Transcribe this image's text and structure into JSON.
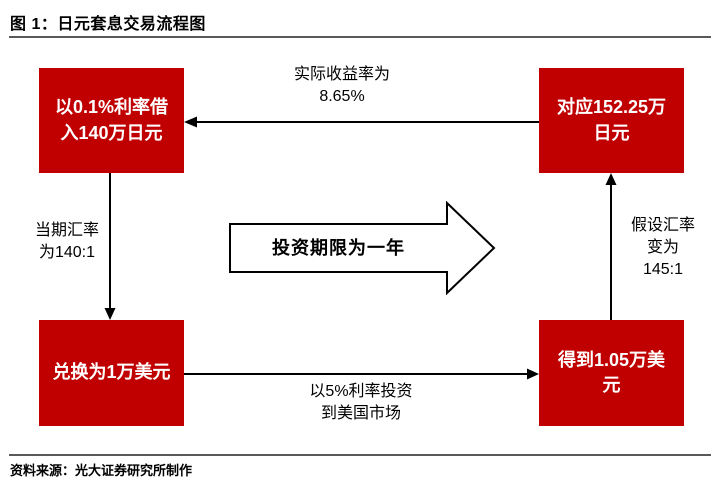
{
  "header": {
    "title": "图 1：日元套息交易流程图"
  },
  "footer": {
    "source": "资料来源：光大证券研究所制作"
  },
  "colors": {
    "box_fill": "#C00000",
    "box_text": "#FFFFFF",
    "arrow": "#000000",
    "rule": "#595959",
    "big_arrow_fill": "#FFFFFF"
  },
  "boxes": {
    "top_left": {
      "lines": [
        "以0.1%利率借",
        "入140万日元"
      ]
    },
    "top_right": {
      "lines": [
        "对应152.25万",
        "日元"
      ]
    },
    "bottom_left": {
      "lines": [
        "兑换为1万美元"
      ]
    },
    "bottom_right": {
      "lines": [
        "得到1.05万美",
        "元"
      ]
    }
  },
  "edges": {
    "top": {
      "lines": [
        "实际收益率为",
        "8.65%"
      ],
      "direction": "right-to-left"
    },
    "left": {
      "lines": [
        "当期汇率",
        "为140:1"
      ],
      "direction": "down"
    },
    "right": {
      "lines": [
        "假设汇率",
        "变为",
        "145:1"
      ],
      "direction": "up"
    },
    "bottom": {
      "lines": [
        "以5%利率投资",
        "到美国市场"
      ],
      "direction": "left-to-right"
    },
    "center": {
      "label": "投资期限为一年",
      "direction": "right"
    }
  }
}
